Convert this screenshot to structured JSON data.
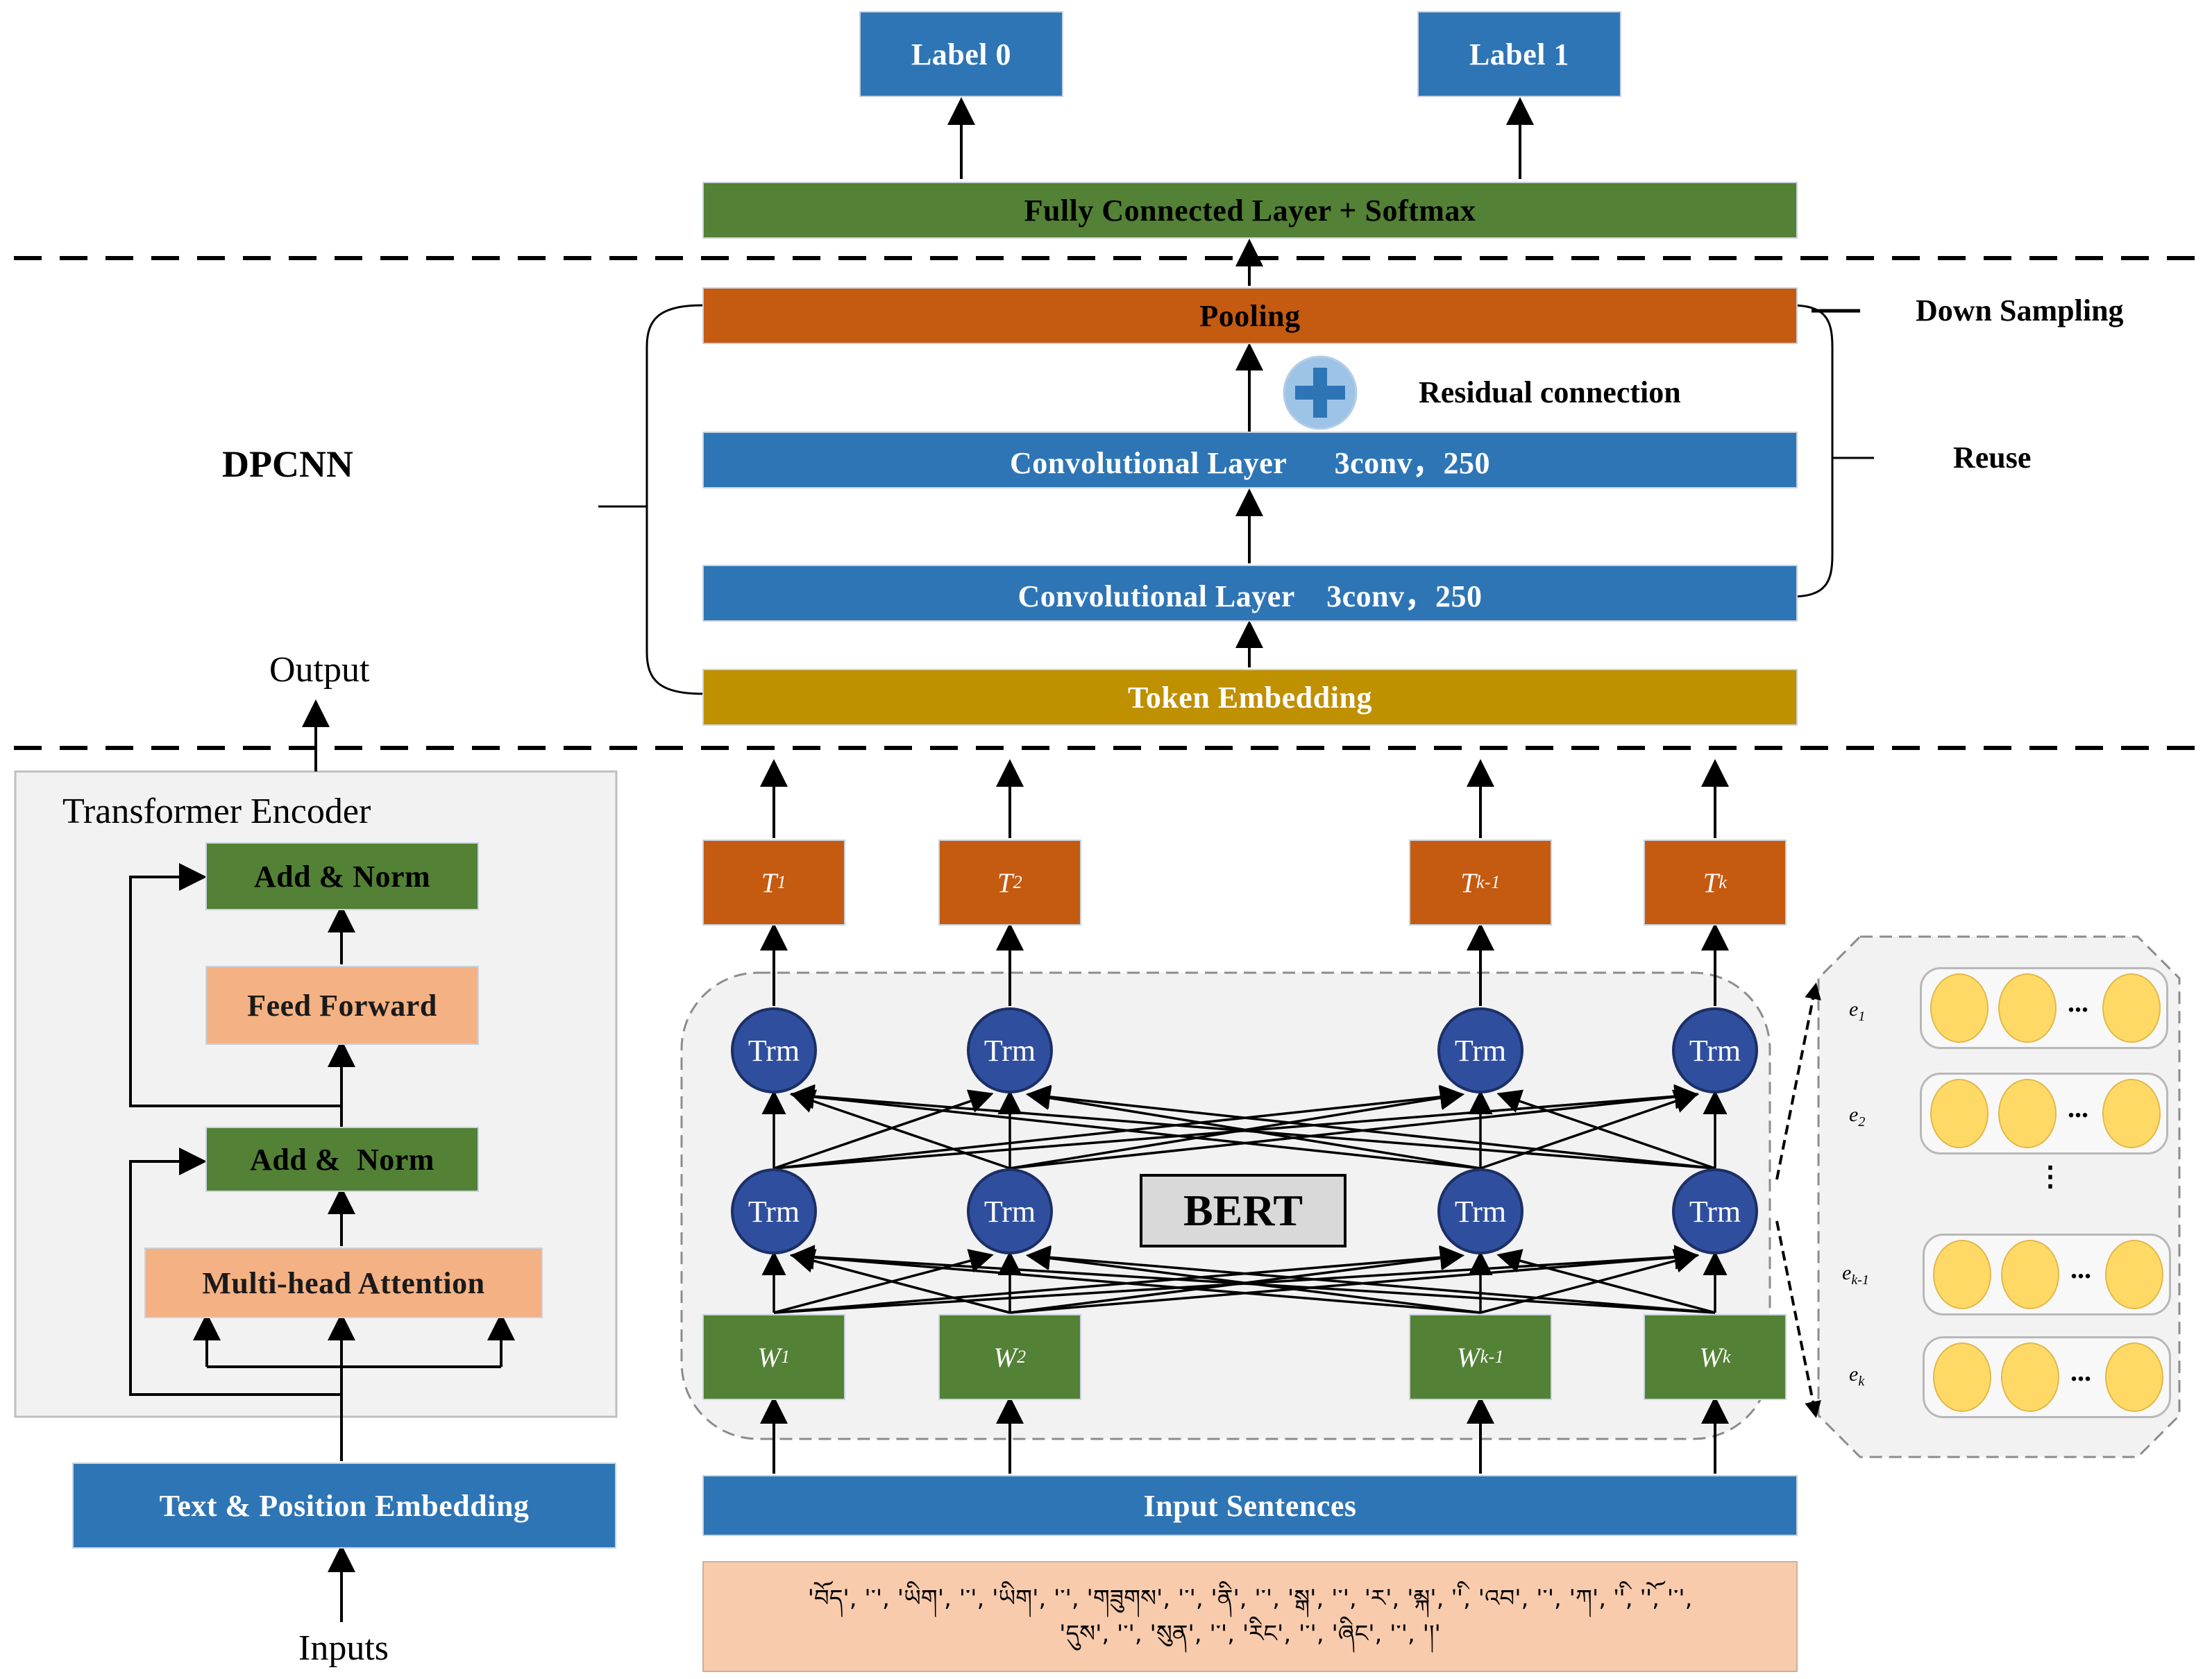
{
  "labels": {
    "label0": "Label 0",
    "label1": "Label 1"
  },
  "fc_layer": "Fully Connected Layer + Softmax",
  "dpcnn": {
    "title": "DPCNN",
    "pooling": "Pooling",
    "down_sampling": "Down Sampling",
    "residual": "Residual connection",
    "reuse": "Reuse",
    "conv1": "Convolutional Layer      3conv，250",
    "conv2": "Convolutional Layer    3conv，250",
    "token_embedding": "Token Embedding"
  },
  "transformer": {
    "output": "Output",
    "title": "Transformer Encoder",
    "add_norm_top": "Add & Norm",
    "feed_forward": "Feed Forward",
    "add_norm_bottom": "Add &  Norm",
    "multi_head": "Multi-head Attention",
    "text_pos_embedding": "Text & Position Embedding",
    "inputs": "Inputs"
  },
  "bert": {
    "label": "BERT",
    "trm": "Trm",
    "t_tokens": [
      {
        "base": "T",
        "sub": "1"
      },
      {
        "base": "T",
        "sub": "2"
      },
      {
        "base": "T",
        "sub": "k-1"
      },
      {
        "base": "T",
        "sub": "k"
      }
    ],
    "w_tokens": [
      {
        "base": "W",
        "sub": "1"
      },
      {
        "base": "W",
        "sub": "2"
      },
      {
        "base": "W",
        "sub": "k-1"
      },
      {
        "base": "W",
        "sub": "k"
      }
    ]
  },
  "embeddings": [
    {
      "base": "e",
      "sub": "1"
    },
    {
      "base": "e",
      "sub": "2"
    },
    {
      "base": "e",
      "sub": "k-1"
    },
    {
      "base": "e",
      "sub": "k"
    }
  ],
  "embedding_ellipsis": "...",
  "vertical_ellipsis": "⋮",
  "input_sentences": "Input Sentences",
  "tibetan_line1": "'བོད', '་', 'ཡིག', '་', 'ཡིག', '་', 'གཟུགས', '་', 'ནི', '་', 'སྒ', '་', 'ར', 'མྐ', 'ི', 'འབ', '་', 'ཀ', 'ི', 'ོ', '་',",
  "tibetan_line2": "'དུས', '་', 'སུན', '་', 'རིང', '་', 'ཞིང', '་', '།'"
}
